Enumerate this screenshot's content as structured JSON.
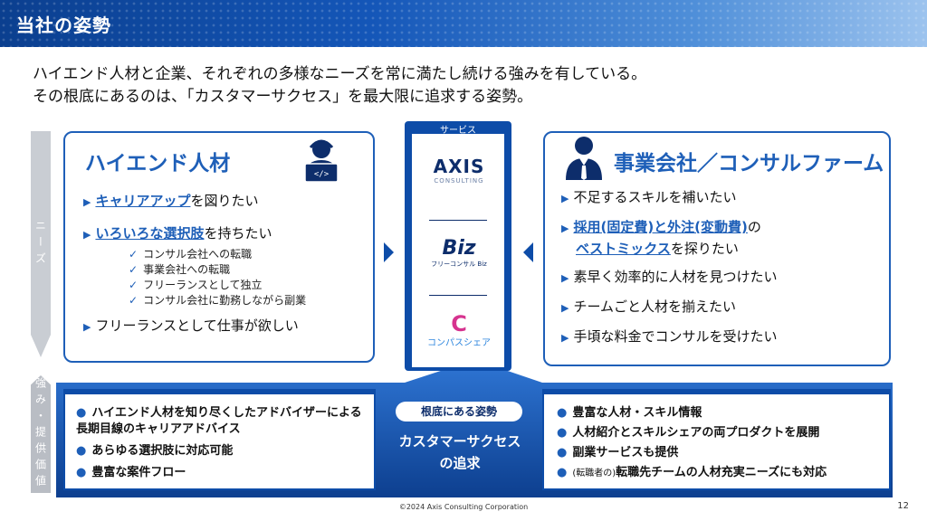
{
  "header": {
    "title": "当社の姿勢"
  },
  "lead": {
    "line1": "ハイエンド人材と企業、それぞれの多様なニーズを常に満たし続ける強みを有している。",
    "line2": "その根底にあるのは、「カスタマーサクセス」を最大限に追求する姿勢。"
  },
  "side": {
    "needs": "ニーズ",
    "strength": "強み・提供価値"
  },
  "left_panel": {
    "title": "ハイエンド人材",
    "b1_hl": "キャリアアップ",
    "b1_rest": "を図りたい",
    "b2_hl": "いろいろな選択肢",
    "b2_rest": "を持ちたい",
    "subs": [
      "コンサル会社への転職",
      "事業会社への転職",
      "フリーランスとして独立",
      "コンサル会社に勤務しながら副業"
    ],
    "b3": "フリーランスとして仕事が欲しい"
  },
  "right_panel": {
    "title": "事業会社／コンサルファーム",
    "b1": "不足するスキルを補いたい",
    "b2_hl1": "採用(固定費)と外注(変動費)",
    "b2_rest1": "の",
    "b2_hl2": "ベストミックス",
    "b2_rest2": "を探りたい",
    "b3": "素早く効率的に人材を見つけたい",
    "b4": "チームごと人材を揃えたい",
    "b5": "手頃な料金でコンサルを受けたい"
  },
  "service": {
    "label": "サービス",
    "axis_big": "AXIS",
    "axis_small": "CONSULTING",
    "biz_big": "Biz",
    "biz_small": "フリーコンサル Biz",
    "share_mark": "C",
    "share_small": "コンパスシェア"
  },
  "strength_left": [
    "ハイエンド人材を知り尽くしたアドバイザーによる長期目線のキャリアアドバイス",
    "あらゆる選択肢に対応可能",
    "豊富な案件フロー"
  ],
  "strength_right": {
    "items": [
      "豊富な人材・スキル情報",
      "人材紹介とスキルシェアの両プロダクトを展開",
      "副業サービスも提供"
    ],
    "last_small": "(転職者の)",
    "last_main": "転職先チームの人材充実ニーズにも対応"
  },
  "core": {
    "pill": "根底にある姿勢",
    "line1": "カスタマーサクセス",
    "line2": "の追求"
  },
  "footer": {
    "copyright": "©2024 Axis Consulting Corporation",
    "page": "12"
  },
  "colors": {
    "brand": "#1e5fb8",
    "navy": "#0d4ca8",
    "side": "#c9cdd3",
    "share": "#d6338f"
  },
  "icons": [
    "person-laptop-icon",
    "businessman-icon",
    "triangle-bullet-icon",
    "check-icon",
    "arrow-right-icon",
    "arrow-left-icon"
  ]
}
